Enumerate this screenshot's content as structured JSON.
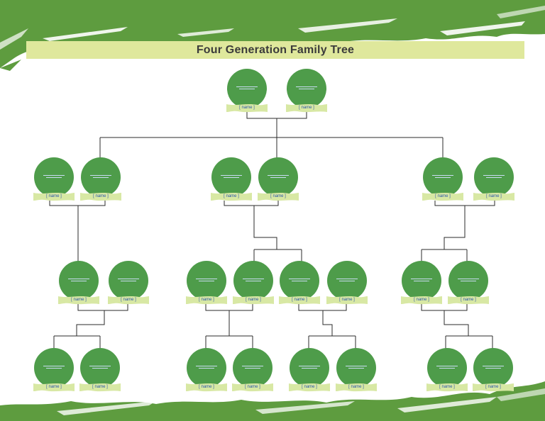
{
  "title": "Four Generation Family Tree",
  "colors": {
    "brush_green": "#5e9c3f",
    "title_bar": "#dfe89c",
    "photo_circle": "#4e9c4a",
    "name_banner": "#d8e8a4",
    "connector": "#2b2b2b",
    "name_text": "#2a56a8"
  },
  "generations": [
    {
      "name": "generation-1",
      "people": [
        {
          "label": "[ name ]"
        },
        {
          "label": "[ name ]"
        }
      ]
    },
    {
      "name": "generation-2",
      "people": [
        {
          "label": "[ name ]"
        },
        {
          "label": "[ name ]"
        },
        {
          "label": "[ name ]"
        },
        {
          "label": "[ name ]"
        },
        {
          "label": "[ name ]"
        },
        {
          "label": "[ name ]"
        }
      ]
    },
    {
      "name": "generation-3",
      "people": [
        {
          "label": "[ name ]"
        },
        {
          "label": "[ name ]"
        },
        {
          "label": "[ name ]"
        },
        {
          "label": "[ name ]"
        },
        {
          "label": "[ name ]"
        },
        {
          "label": "[ name ]"
        },
        {
          "label": "[ name ]"
        },
        {
          "label": "[ name ]"
        }
      ]
    },
    {
      "name": "generation-4",
      "people": [
        {
          "label": "[ name ]"
        },
        {
          "label": "[ name ]"
        },
        {
          "label": "[ name ]"
        },
        {
          "label": "[ name ]"
        },
        {
          "label": "[ name ]"
        },
        {
          "label": "[ name ]"
        },
        {
          "label": "[ name ]"
        },
        {
          "label": "[ name ]"
        }
      ]
    }
  ]
}
